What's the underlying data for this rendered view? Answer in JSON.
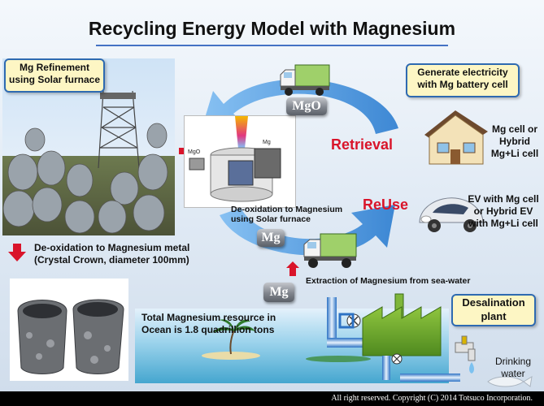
{
  "title": "Recycling Energy Model with Magnesium",
  "callouts": {
    "refinement": "Mg Refinement using Solar furnace",
    "generate": "Generate electricity with Mg battery cell",
    "desalination": "Desalination plant"
  },
  "labels": {
    "retrieval": "Retrieval",
    "reuse": "ReUse",
    "mgo": "MgO",
    "mg_top": "Mg",
    "mg_bottom": "Mg",
    "deox_furnace": "De-oxidation to Magnesium using Solar furnace",
    "deox_metal": "De-oxidation to Magnesium metal (Crystal Crown, diameter 100mm)",
    "extraction": "Extraction of Magnesium from sea-water",
    "resource": "Total Magnesium resource in Ocean is 1.8 quadrillion tons",
    "mg_cell": "Mg cell or Hybrid Mg+Li cell",
    "ev": "EV with Mg cell or Hybrid EV with Mg+Li cell",
    "drinking": "Drinking water",
    "furnace_mgo": "MgO",
    "furnace_mg": "Mg"
  },
  "copyright": "All right reserved. Copyright (C) 2014 Totsuco Incorporation.",
  "colors": {
    "accent_blue": "#2e6ab1",
    "arrow_blue": "#4f9be0",
    "alert_red": "#d9142a",
    "callout_fill": "#fdf6c4"
  }
}
